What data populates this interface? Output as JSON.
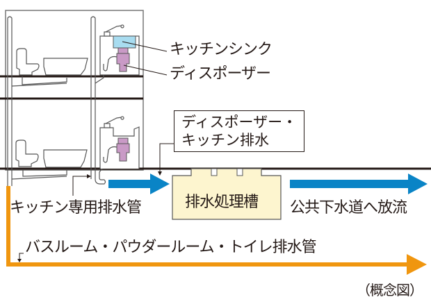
{
  "labels": {
    "kitchen_sink": "キッチンシンク",
    "disposer": "ディスポーザー",
    "callout_line1": "ディスポーザー・",
    "callout_line2": "キッチン排水",
    "kitchen_pipe": "キッチン専用排水管",
    "treatment_tank": "排水処理槽",
    "public_sewer": "公共下水道へ放流",
    "bath_pipe": "バスルーム・パウダールーム・トイレ排水管",
    "concept_note": "（概念図）"
  },
  "colors": {
    "line": "#231815",
    "blue_arrow": "#0a84c6",
    "orange_arrow": "#f0960f",
    "tank_fill": "#fdf5cf",
    "sink_water": "#a8dcf0",
    "disposer": "#c99ac6"
  }
}
